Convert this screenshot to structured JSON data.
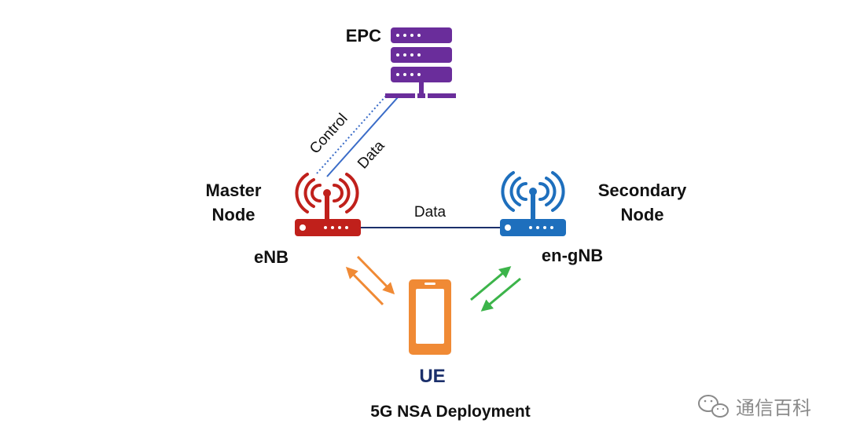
{
  "nodes": {
    "epc": {
      "label": "EPC"
    },
    "master": {
      "role_line1": "Master",
      "role_line2": "Node",
      "name": "eNB"
    },
    "secondary": {
      "role_line1": "Secondary",
      "role_line2": "Node",
      "name": "en-gNB"
    },
    "ue": {
      "label": "UE"
    }
  },
  "links": {
    "control_label": "Control",
    "epc_data_label": "Data",
    "enb_gnb_data_label": "Data"
  },
  "caption": "5G NSA Deployment",
  "watermark": {
    "text": "通信百科",
    "icon": "wechat-icon"
  },
  "colors": {
    "epc": "#6a2d9b",
    "enb": "#c0201b",
    "gnb": "#1e6fbd",
    "ue": "#f08a35",
    "lte_arrows": "#f08a35",
    "nr_arrows": "#3cb44a",
    "data_link": "#1b2f6b",
    "epc_link": "#3a6cc8"
  }
}
